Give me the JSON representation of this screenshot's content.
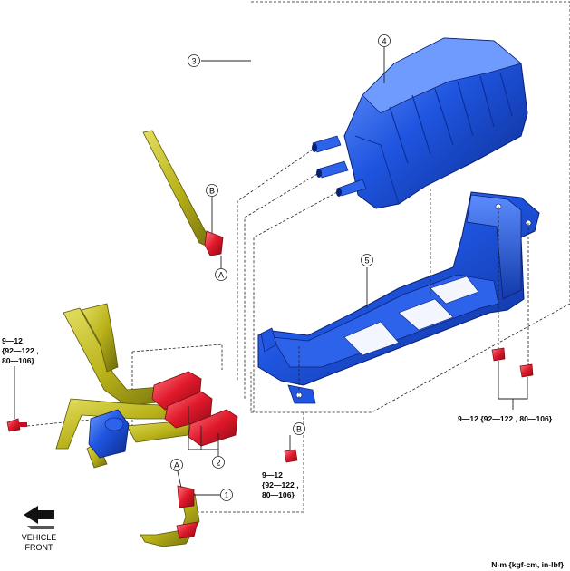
{
  "callouts": {
    "c1": "1",
    "c2": "2",
    "c3": "3",
    "c4": "4",
    "c5": "5",
    "cA_top": "A",
    "cA_bottom": "A",
    "cB_top": "B",
    "cB_bottom": "B"
  },
  "torque": {
    "left": [
      "9—12",
      "{92—122 ,",
      "80—106}"
    ],
    "bracket_bolt": [
      "9—12",
      "{92—122 ,",
      "80—106}"
    ],
    "right": "9—12 {92—122 , 80—106}"
  },
  "vehicle_front": [
    "VEHICLE",
    "FRONT"
  ],
  "units": "N·m {kgf-cm, in-lbf}",
  "colors": {
    "canister_blue": "#1a4fd8",
    "bracket_blue": "#1f55e0",
    "hose_yellow": "#b9b21a",
    "clip_red": "#e0192b"
  }
}
